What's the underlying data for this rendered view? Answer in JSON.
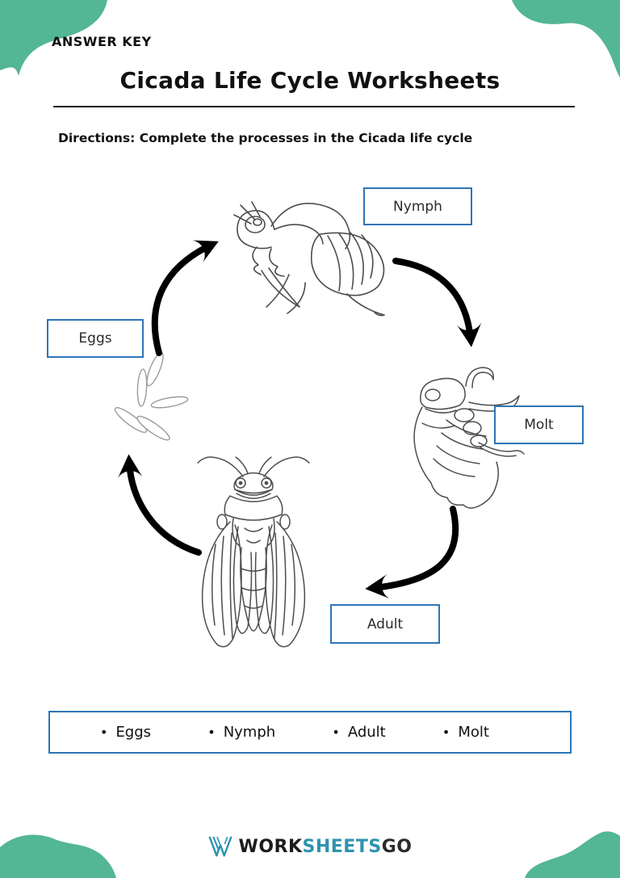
{
  "header": {
    "answer_key": "ANSWER KEY",
    "title": "Cicada Life Cycle Worksheets",
    "directions": "Directions: Complete the processes in the Cicada life cycle"
  },
  "diagram": {
    "stage_labels": {
      "nymph": "Nymph",
      "molt": "Molt",
      "adult": "Adult",
      "eggs": "Eggs"
    },
    "stages_order": [
      "Eggs",
      "Nymph",
      "Molt",
      "Adult"
    ]
  },
  "word_bank": {
    "bullet": "•",
    "items": [
      "Eggs",
      "Nymph",
      "Adult",
      "Molt"
    ]
  },
  "footer": {
    "logo": {
      "part1": "WORK",
      "part2": "SHEETS",
      "part3": "GO"
    }
  },
  "colors": {
    "accent_teal_blob": "#53B694",
    "label_box_border": "#2E75B6",
    "logo_teal": "#2E93AE",
    "ink": "#1A1A1A"
  }
}
